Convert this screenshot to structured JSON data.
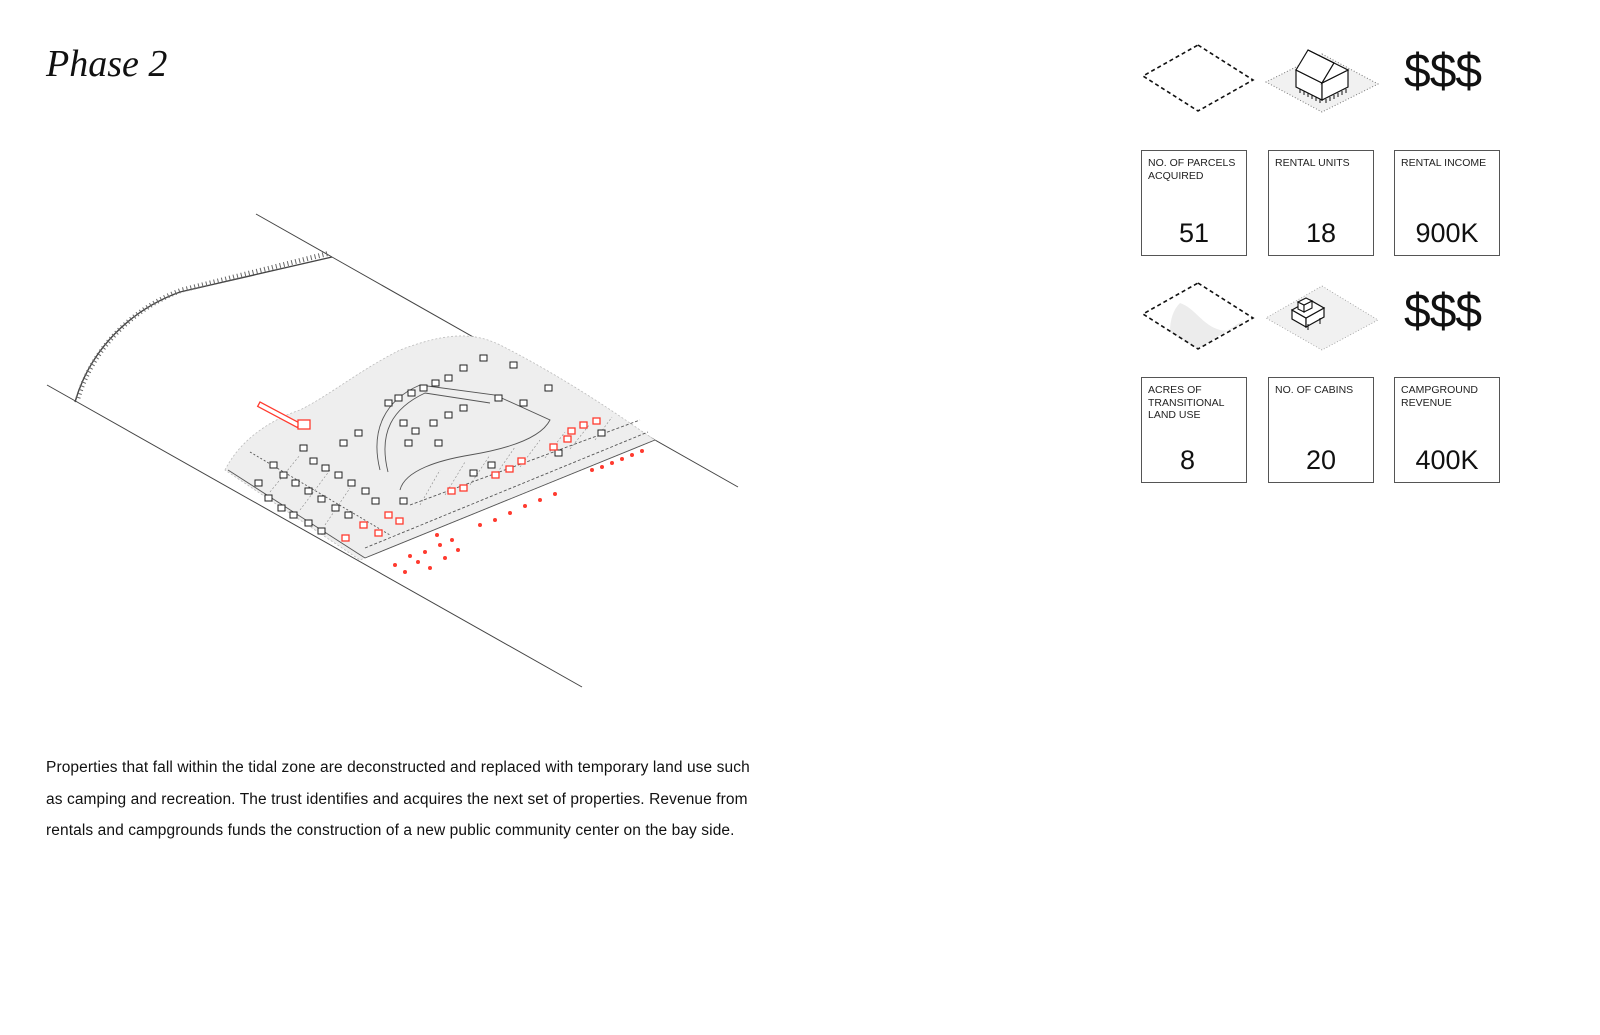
{
  "title": "Phase 2",
  "description": "Properties that fall within the tidal zone are deconstructed and replaced with temporary land use such as camping and recreation. The trust identifies and acquires the next set of properties. Revenue from rentals and campgrounds funds the construction of a new public community center on the bay side.",
  "icons": {
    "parcel": "dashed-parcel-icon",
    "house": "house-on-parcel-icon",
    "land": "transitional-land-icon",
    "cabin": "cabin-on-parcel-icon"
  },
  "rows": [
    {
      "currency": "$$$",
      "stats": [
        {
          "label": "NO. OF PARCELS ACQUIRED",
          "value": "51"
        },
        {
          "label": "RENTAL UNITS",
          "value": "18"
        },
        {
          "label": "RENTAL INCOME",
          "value": "900K"
        }
      ]
    },
    {
      "currency": "$$$",
      "stats": [
        {
          "label": "ACRES OF TRANSITIONAL LAND USE",
          "value": "8"
        },
        {
          "label": "NO. OF CABINS",
          "value": "20"
        },
        {
          "label": "CAMPGROUND REVENUE",
          "value": "400K"
        }
      ]
    }
  ],
  "colors": {
    "highlight": "#ff3b2f",
    "line": "#333333"
  }
}
